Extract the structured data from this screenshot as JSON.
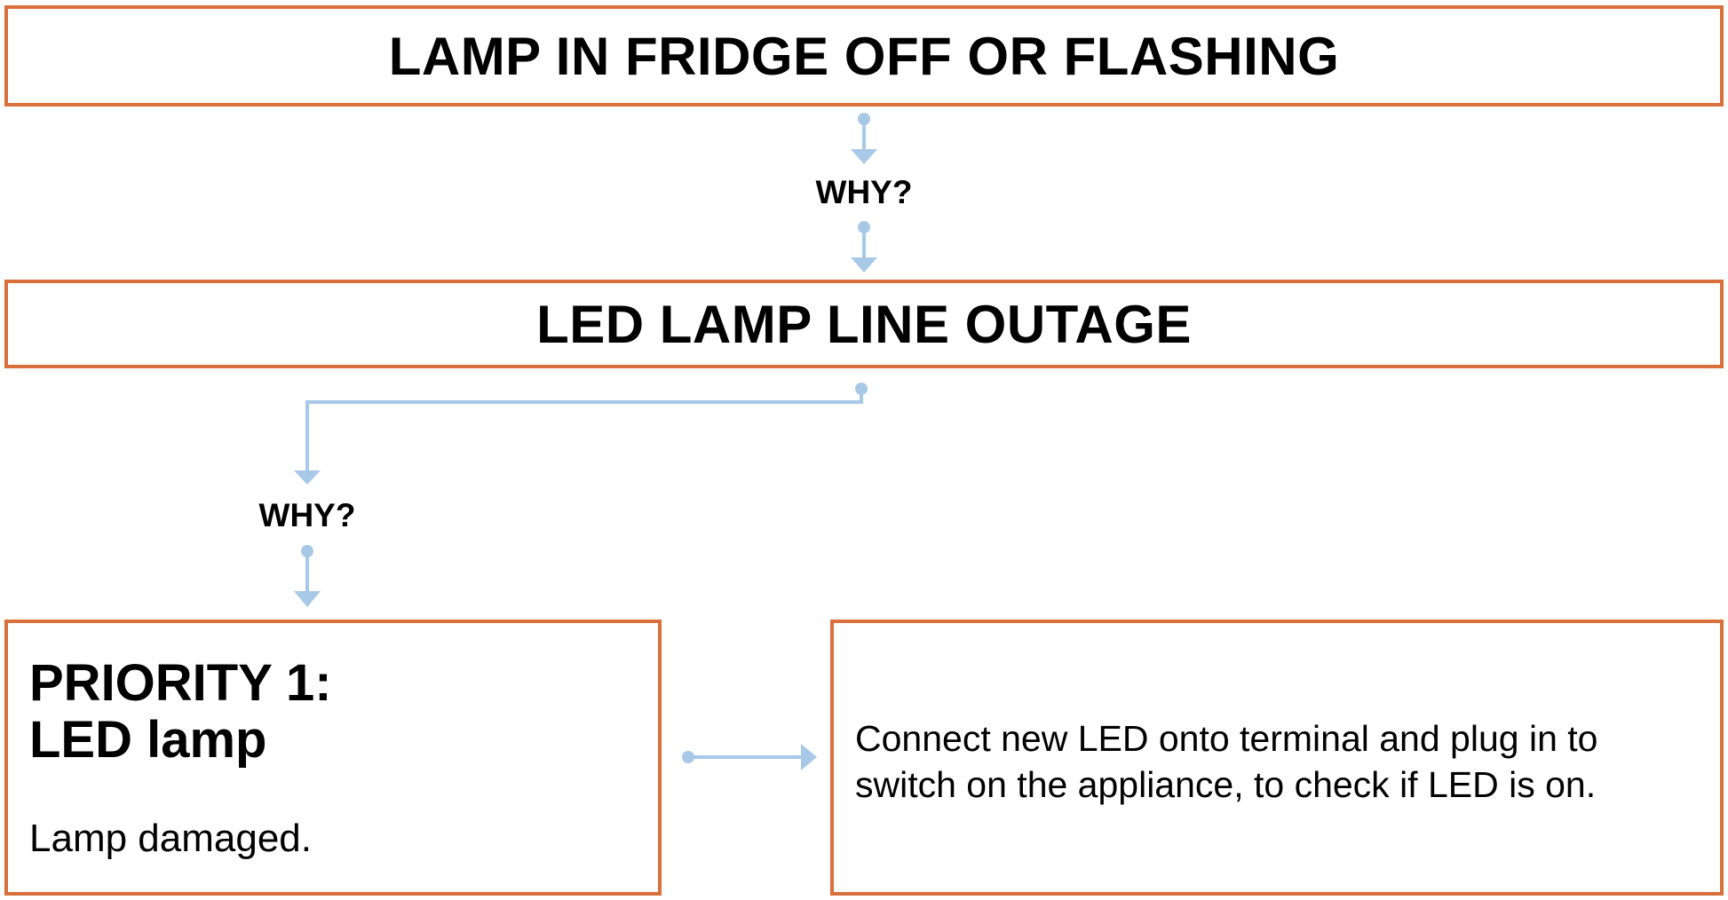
{
  "diagram": {
    "problem": {
      "title": "LAMP IN FRIDGE OFF OR FLASHING"
    },
    "why_1": "WHY?",
    "cause": {
      "title": "LED LAMP LINE OUTAGE"
    },
    "why_2": "WHY?",
    "priority": {
      "title_line1": "PRIORITY 1:",
      "title_line2": "LED lamp",
      "description": "Lamp damaged."
    },
    "solution": {
      "line1": "Connect new LED onto terminal and plug in to",
      "line2": "switch on the appliance, to check if LED is on."
    },
    "colors": {
      "box_border": "#d9703c",
      "connector": "#a8c8e8"
    }
  }
}
